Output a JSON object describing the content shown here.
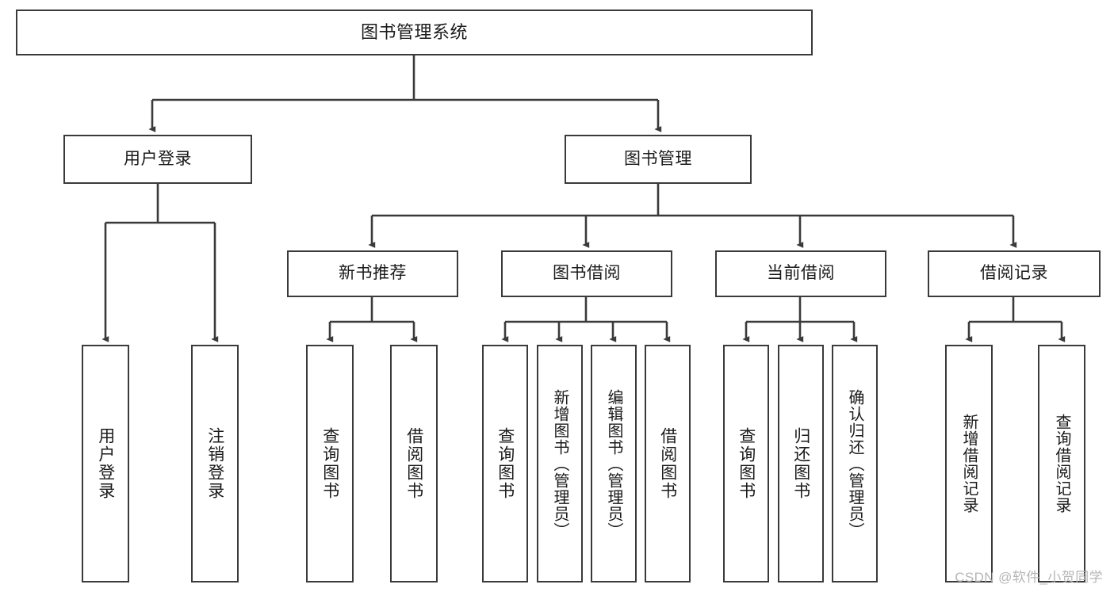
{
  "diagram": {
    "title": "图书管理系统",
    "type": "hierarchy-tree",
    "watermark": "CSDN @软件_小贺同学",
    "colors": {
      "box_border": "#3a3a3a",
      "box_fill": "#ffffff",
      "connector": "#3a3a3a",
      "text": "#1a1a1a",
      "watermark": "#b6b6b6"
    },
    "root": {
      "label": "图书管理系统"
    },
    "level2": [
      {
        "label": "用户登录"
      },
      {
        "label": "图书管理"
      }
    ],
    "level3": [
      {
        "label": "新书推荐"
      },
      {
        "label": "图书借阅"
      },
      {
        "label": "当前借阅"
      },
      {
        "label": "借阅记录"
      }
    ],
    "leaves": {
      "user_login": [
        {
          "label": "用户登录"
        },
        {
          "label": "注销登录"
        }
      ],
      "new_book_recommend": [
        {
          "label": "查询图书"
        },
        {
          "label": "借阅图书"
        }
      ],
      "book_borrow": [
        {
          "label": "查询图书"
        },
        {
          "label": "新增图书（管理员）"
        },
        {
          "label": "编辑图书（管理员）"
        },
        {
          "label": "借阅图书"
        }
      ],
      "current_borrow": [
        {
          "label": "查询图书"
        },
        {
          "label": "归还图书"
        },
        {
          "label": "确认归还（管理员）"
        }
      ],
      "borrow_record": [
        {
          "label": "新增借阅记录"
        },
        {
          "label": "查询借阅记录"
        }
      ]
    }
  }
}
